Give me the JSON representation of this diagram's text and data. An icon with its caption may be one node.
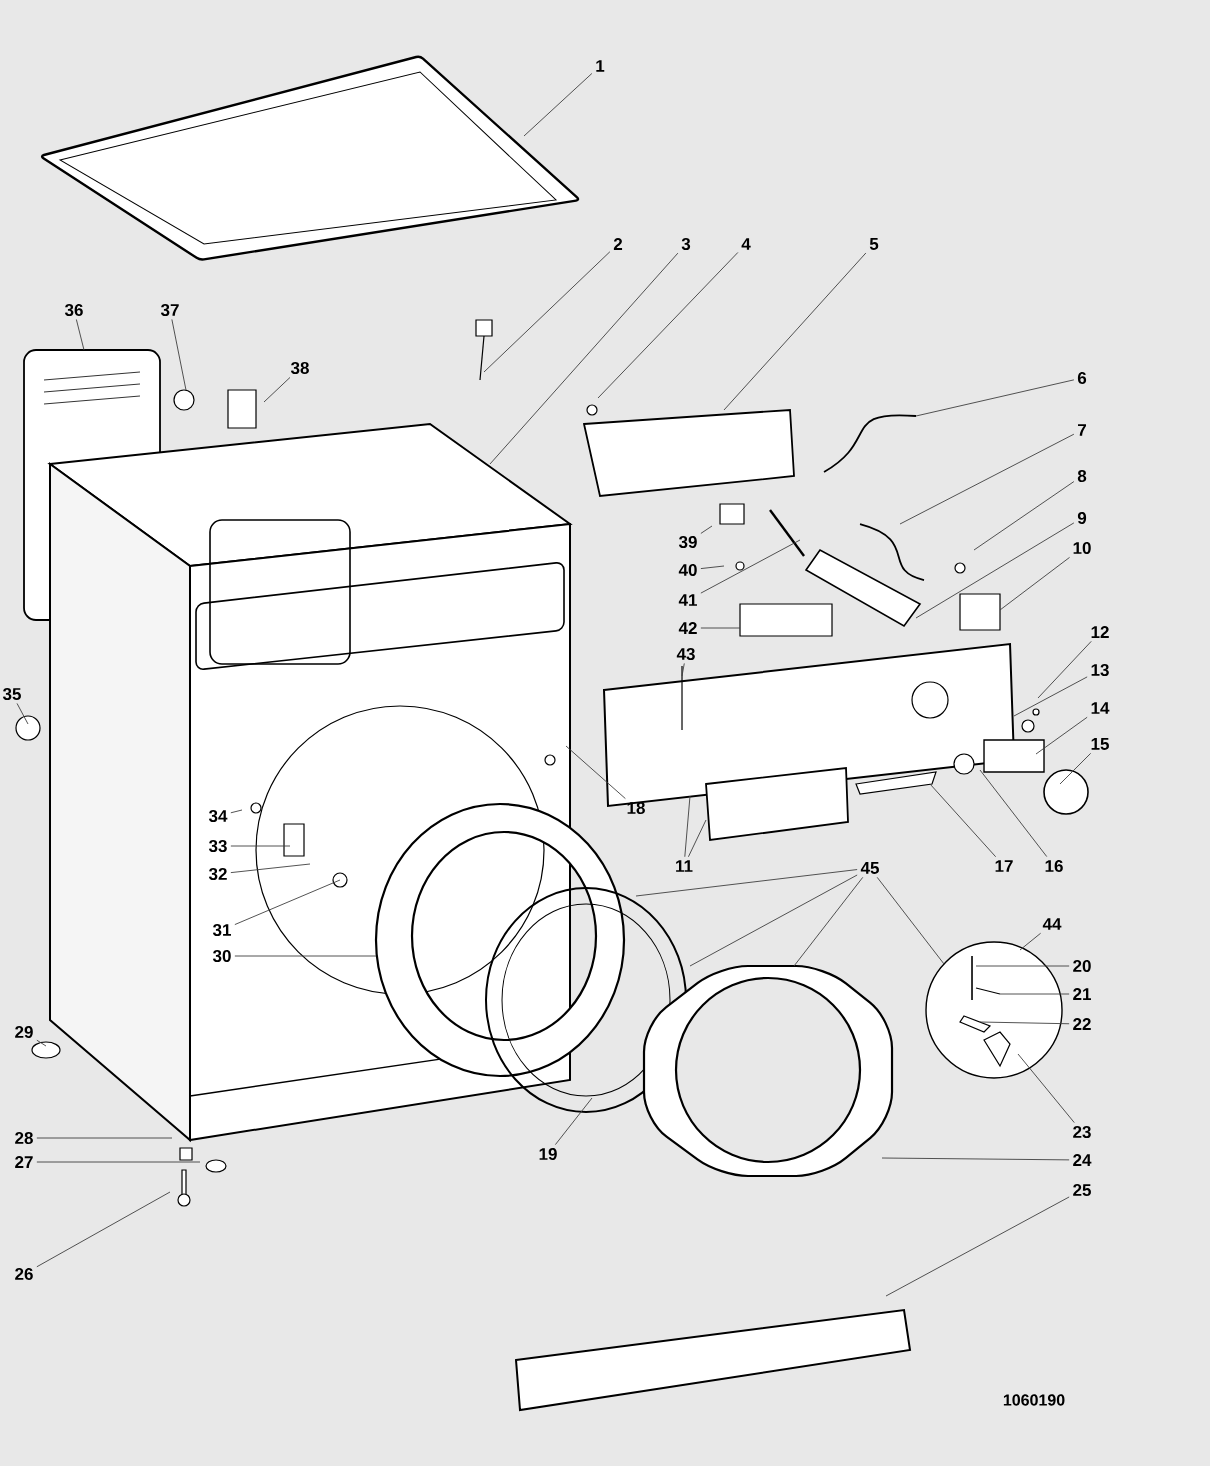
{
  "diagram": {
    "nodes": [
      {
        "text": [
          "1"
        ]
      },
      {
        "text": [
          "2"
        ]
      },
      {
        "text": [
          "3"
        ]
      },
      {
        "text": [
          "4"
        ]
      },
      {
        "text": [
          "5"
        ]
      },
      {
        "text": [
          "6"
        ]
      },
      {
        "text": [
          "7"
        ]
      },
      {
        "text": [
          "8"
        ]
      },
      {
        "text": [
          "9"
        ]
      },
      {
        "text": [
          "10"
        ]
      },
      {
        "text": [
          "11"
        ]
      },
      {
        "text": [
          "12"
        ]
      },
      {
        "text": [
          "13"
        ]
      },
      {
        "text": [
          "14"
        ]
      },
      {
        "text": [
          "15"
        ]
      },
      {
        "text": [
          "16"
        ]
      },
      {
        "text": [
          "17"
        ]
      },
      {
        "text": [
          "18"
        ]
      },
      {
        "text": [
          "19"
        ]
      },
      {
        "text": [
          "20"
        ]
      },
      {
        "text": [
          "21"
        ]
      },
      {
        "text": [
          "22"
        ]
      },
      {
        "text": [
          "23"
        ]
      },
      {
        "text": [
          "24"
        ]
      },
      {
        "text": [
          "25"
        ]
      },
      {
        "text": [
          "26"
        ]
      },
      {
        "text": [
          "27"
        ]
      },
      {
        "text": [
          "28"
        ]
      },
      {
        "text": [
          "29"
        ]
      },
      {
        "text": [
          "30"
        ]
      },
      {
        "text": [
          "31"
        ]
      },
      {
        "text": [
          "32"
        ]
      },
      {
        "text": [
          "33"
        ]
      },
      {
        "text": [
          "34"
        ]
      },
      {
        "text": [
          "35"
        ]
      },
      {
        "text": [
          "36"
        ]
      },
      {
        "text": [
          "37"
        ]
      },
      {
        "text": [
          "38"
        ]
      },
      {
        "text": [
          "39"
        ]
      },
      {
        "text": [
          "40"
        ]
      },
      {
        "text": [
          "41"
        ]
      },
      {
        "text": [
          "42"
        ]
      },
      {
        "text": [
          "43"
        ]
      },
      {
        "text": [
          "44"
        ]
      },
      {
        "text": [
          "45"
        ]
      }
    ],
    "edges": [
      {
        "from": 0,
        "to": null,
        "arrow": "none"
      },
      {
        "from": 1,
        "to": null,
        "arrow": "none"
      },
      {
        "from": 2,
        "to": null,
        "arrow": "none"
      },
      {
        "from": 3,
        "to": null,
        "arrow": "none"
      },
      {
        "from": 4,
        "to": null,
        "arrow": "none"
      },
      {
        "from": 5,
        "to": null,
        "arrow": "none"
      },
      {
        "from": 6,
        "to": null,
        "arrow": "none"
      },
      {
        "from": 7,
        "to": null,
        "arrow": "none"
      },
      {
        "from": 8,
        "to": null,
        "arrow": "none"
      },
      {
        "from": 9,
        "to": null,
        "arrow": "none"
      },
      {
        "from": 10,
        "to": null,
        "arrow": "none"
      },
      {
        "from": 10,
        "to": null,
        "arrow": "none"
      },
      {
        "from": 11,
        "to": null,
        "arrow": "none"
      },
      {
        "from": 12,
        "to": null,
        "arrow": "none"
      },
      {
        "from": 13,
        "to": null,
        "arrow": "none"
      },
      {
        "from": 14,
        "to": null,
        "arrow": "none"
      },
      {
        "from": 15,
        "to": null,
        "arrow": "none"
      },
      {
        "from": 16,
        "to": null,
        "arrow": "none"
      },
      {
        "from": 17,
        "to": null,
        "arrow": "none"
      },
      {
        "from": 18,
        "to": null,
        "arrow": "none"
      },
      {
        "from": 19,
        "to": null,
        "arrow": "none"
      },
      {
        "from": 20,
        "to": null,
        "arrow": "none"
      },
      {
        "from": 21,
        "to": null,
        "arrow": "none"
      },
      {
        "from": 22,
        "to": null,
        "arrow": "none"
      },
      {
        "from": 23,
        "to": null,
        "arrow": "none"
      },
      {
        "from": 24,
        "to": null,
        "arrow": "none"
      },
      {
        "from": 25,
        "to": null,
        "arrow": "none"
      },
      {
        "from": 26,
        "to": null,
        "arrow": "none"
      },
      {
        "from": 27,
        "to": null,
        "arrow": "none"
      },
      {
        "from": 28,
        "to": null,
        "arrow": "none"
      },
      {
        "from": 29,
        "to": null,
        "arrow": "none"
      },
      {
        "from": 30,
        "to": null,
        "arrow": "none"
      },
      {
        "from": 31,
        "to": null,
        "arrow": "none"
      },
      {
        "from": 32,
        "to": null,
        "arrow": "none"
      },
      {
        "from": 33,
        "to": null,
        "arrow": "none"
      },
      {
        "from": 34,
        "to": null,
        "arrow": "none"
      },
      {
        "from": 35,
        "to": null,
        "arrow": "none"
      },
      {
        "from": 36,
        "to": null,
        "arrow": "none"
      },
      {
        "from": 37,
        "to": null,
        "arrow": "none"
      },
      {
        "from": 38,
        "to": null,
        "arrow": "none"
      },
      {
        "from": 39,
        "to": null,
        "arrow": "none"
      },
      {
        "from": 40,
        "to": null,
        "arrow": "none"
      },
      {
        "from": 41,
        "to": null,
        "arrow": "none"
      },
      {
        "from": 42,
        "to": null,
        "arrow": "none"
      },
      {
        "from": 43,
        "to": null,
        "arrow": "none"
      },
      {
        "from": 44,
        "to": null,
        "arrow": "none"
      },
      {
        "from": 44,
        "to": null,
        "arrow": "none"
      },
      {
        "from": 44,
        "to": null,
        "arrow": "none"
      },
      {
        "from": 44,
        "to": null,
        "arrow": "none"
      }
    ],
    "labels": [
      "1060190"
    ]
  }
}
